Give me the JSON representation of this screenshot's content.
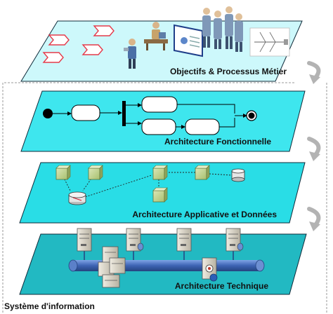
{
  "layers": [
    {
      "id": "metier",
      "label": "Objectifs & Processus Métier",
      "fill": "#cdf8fb"
    },
    {
      "id": "fonctionnelle",
      "label": "Architecture Fonctionnelle",
      "fill": "#3ee6ee"
    },
    {
      "id": "applicative",
      "label": "Architecture Applicative et Données",
      "fill": "#29dde6"
    },
    {
      "id": "technique",
      "label": "Architecture Technique",
      "fill": "#22b9c2"
    }
  ],
  "system_label": "Système d'information",
  "colors": {
    "frame_dashed": "#9a9a9a",
    "outline": "#0f2b3a",
    "node_green": "#c6d79a",
    "node_dark": "#7f9650",
    "pipe": "#4b74c0",
    "arrow_pink": "#e53a4a",
    "server": "#d7d2c4"
  }
}
